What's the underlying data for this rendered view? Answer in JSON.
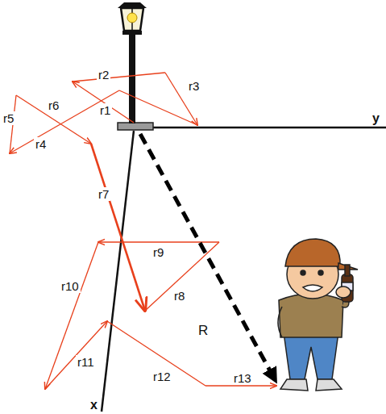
{
  "diagram": {
    "labels": [
      "r1",
      "r2",
      "r3",
      "r4",
      "r5",
      "r6",
      "r7",
      "r8",
      "r9",
      "r10",
      "r11",
      "r12",
      "r13",
      "R",
      "x",
      "y"
    ]
  }
}
